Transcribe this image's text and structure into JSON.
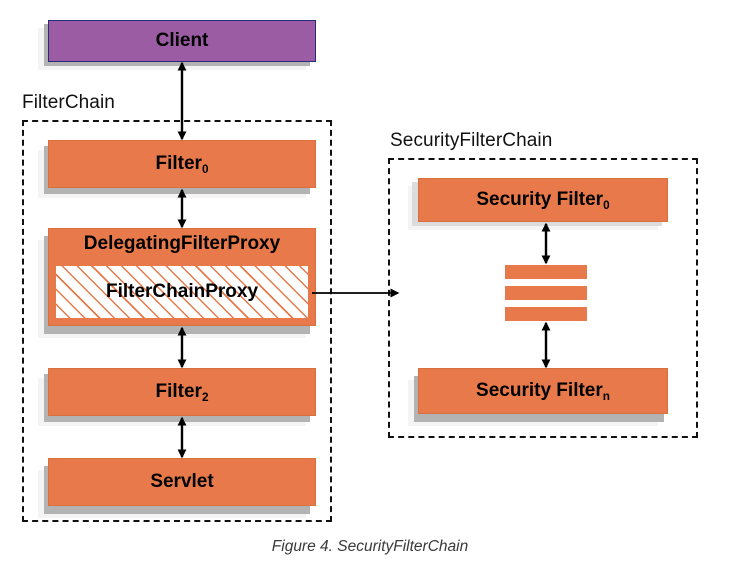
{
  "figure": {
    "caption": "Figure 4. SecurityFilterChain"
  },
  "colors": {
    "filter_orange": "#e8794a",
    "client_purple": "#9b5ca4",
    "client_border": "#2a2a7a",
    "shadow_dark": "#b3b3b3",
    "shadow_light": "#f4f4f4",
    "outline_black": "#111111",
    "hatch_background": "#ffffff"
  },
  "groups": [
    {
      "id": "filter-chain",
      "label": "FilterChain"
    },
    {
      "id": "security-filter-chain",
      "label": "SecurityFilterChain"
    }
  ],
  "nodes": {
    "client": {
      "label": "Client",
      "subscript": ""
    },
    "filter0": {
      "label": "Filter",
      "subscript": "0"
    },
    "delegating_filter_proxy": {
      "label": "DelegatingFilterProxy",
      "subscript": ""
    },
    "filter_chain_proxy": {
      "label": "FilterChainProxy",
      "subscript": ""
    },
    "filter2": {
      "label": "Filter",
      "subscript": "2"
    },
    "servlet": {
      "label": "Servlet",
      "subscript": ""
    },
    "security_filter0": {
      "label": "Security Filter",
      "subscript": "0"
    },
    "security_filter_n": {
      "label": "Security Filter",
      "subscript": "n"
    }
  },
  "ellipsis": {
    "label": "ellipsis-bars",
    "count": 3
  },
  "connections": [
    {
      "from": "client",
      "to": "filter0",
      "style": "double-arrow-vertical"
    },
    {
      "from": "filter0",
      "to": "delegating_filter_proxy",
      "style": "double-arrow-vertical"
    },
    {
      "from": "delegating_filter_proxy",
      "to": "filter2",
      "style": "double-arrow-vertical"
    },
    {
      "from": "filter2",
      "to": "servlet",
      "style": "double-arrow-vertical"
    },
    {
      "from": "filter_chain_proxy",
      "to": "security_filter0",
      "style": "single-arrow-horizontal"
    },
    {
      "from": "security_filter0",
      "to": "ellipsis",
      "style": "double-arrow-vertical"
    },
    {
      "from": "ellipsis",
      "to": "security_filter_n",
      "style": "double-arrow-vertical"
    }
  ]
}
